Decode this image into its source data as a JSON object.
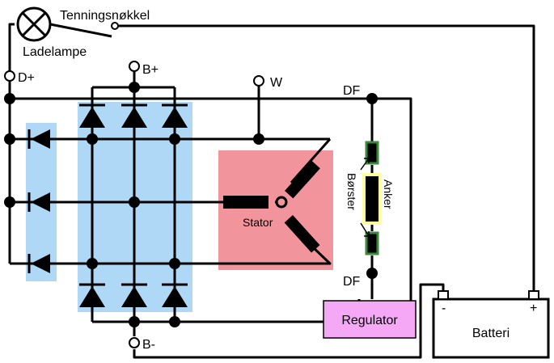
{
  "labels": {
    "ignition_key": "Tenningsnøkkel",
    "charge_lamp": "Ladelampe",
    "b_plus": "B+",
    "d_plus": "D+",
    "w": "W",
    "df_top": "DF",
    "df_bottom": "DF",
    "b_minus": "B-",
    "stator": "Stator",
    "armature": "Anker",
    "brushes": "Børster",
    "regulator": "Regulator",
    "battery": "Batteri",
    "battery_minus": "-",
    "battery_plus": "+"
  },
  "colors": {
    "diode_block": "#aed8f5",
    "stator_block": "#f2949c",
    "regulator_box": "#f5a8f5",
    "armature_glow": "#ffffa0",
    "brush_green": "#3a8a3a",
    "wire": "#000000"
  }
}
